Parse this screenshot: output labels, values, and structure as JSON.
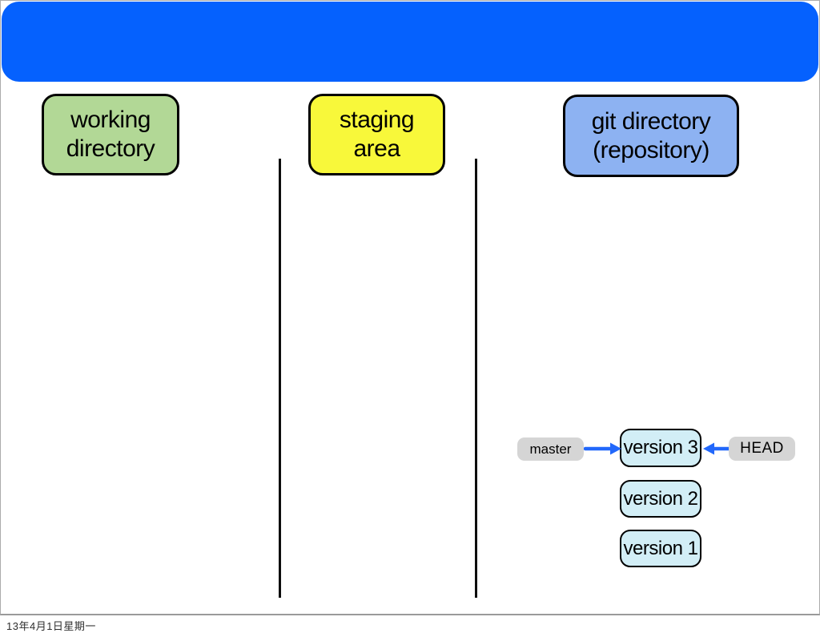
{
  "slide": {
    "columns": [
      {
        "name": "working directory",
        "line1": "working",
        "line2": "directory",
        "color": "#b2d896"
      },
      {
        "name": "staging area",
        "line1": "staging",
        "line2": "area",
        "color": "#f8f83a"
      },
      {
        "name": "git directory (repository)",
        "line1": "git directory",
        "line2": "(repository)",
        "color": "#8db2f2"
      }
    ],
    "repository": {
      "versions": [
        "version 3",
        "version 2",
        "version 1"
      ],
      "node_color": "#d2eef6"
    },
    "refs": {
      "master_label": "master",
      "head_label": "HEAD",
      "label_color": "#d5d5d5",
      "arrow_color": "#2268fb"
    },
    "header_color": "#0561fe"
  },
  "footer": {
    "date": "13年4月1日星期一"
  }
}
